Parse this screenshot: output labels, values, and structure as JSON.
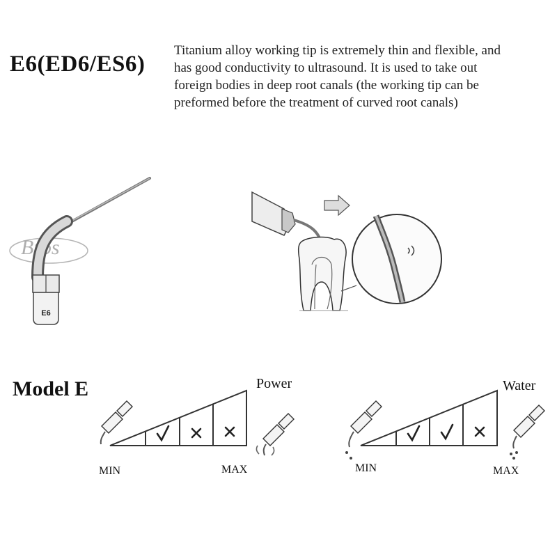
{
  "product": {
    "title": "E6(ED6/ES6)",
    "description_lines": [
      "Titanium alloy working tip is extremely thin and flexible, and",
      "has good conductivity to ultrasound. It is used to take out",
      "foreign bodies in deep root canals (the working tip can be",
      "preformed before the treatment of curved root canals)"
    ],
    "tip_label": "E6",
    "watermark": "Bros"
  },
  "settings": {
    "model_label": "Model E",
    "power": {
      "title": "Power",
      "min_label": "MIN",
      "max_label": "MAX",
      "levels": [
        "check",
        "cross",
        "cross"
      ]
    },
    "water": {
      "title": "Water",
      "min_label": "MIN",
      "max_label": "MAX",
      "levels": [
        "check",
        "check",
        "cross"
      ]
    }
  },
  "colors": {
    "line": "#333333",
    "tip_metal": "#8a8a8a",
    "watermark": "#9a9a9a"
  }
}
